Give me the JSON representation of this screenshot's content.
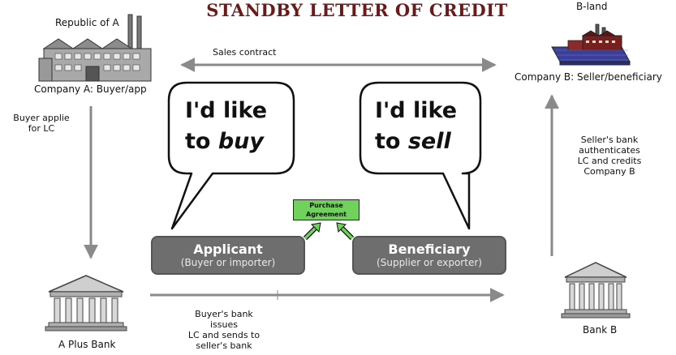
{
  "title": "STANDBY LETTER OF CREDIT",
  "parties": {
    "buyer_country": "Republic of A",
    "buyer_company": "Company A: Buyer/app",
    "seller_country": "B-land",
    "seller_company": "Company B: Seller/beneficiary",
    "buyer_bank": "A Plus Bank",
    "seller_bank": "Bank B"
  },
  "flows": {
    "sales_contract": "Sales contract",
    "buyer_applies": [
      "Buyer applie",
      "for LC"
    ],
    "buyer_bank_issues": [
      "Buyer's bank",
      "issues",
      "LC and sends to",
      "seller's bank"
    ],
    "seller_bank_authenticates": [
      "Seller's bank",
      "authenticates",
      "LC and credits",
      "Company B"
    ]
  },
  "bubbles": {
    "buyer": {
      "line1": "I'd like",
      "line2_prefix": "to ",
      "line2_emph": "buy"
    },
    "seller": {
      "line1": "I'd like",
      "line2_prefix": "to ",
      "line2_emph": "sell"
    }
  },
  "roles": {
    "applicant": {
      "title": "Applicant",
      "subtitle": "(Buyer or importer)"
    },
    "beneficiary": {
      "title": "Beneficiary",
      "subtitle": "(Supplier or exporter)"
    }
  },
  "purchase_agreement": [
    "Purchase",
    "Agreement"
  ],
  "colors": {
    "title": "#6b1a1a",
    "role_box": "#6e6e6e",
    "agreement_box": "#6fd25a",
    "arrow": "#8a8a8a",
    "factory_b": "#3b3f99"
  },
  "icons": {
    "buyer_factory": "factory-icon",
    "seller_factory": "factory-icon",
    "buyer_bank": "bank-building-icon",
    "seller_bank": "bank-building-icon"
  }
}
